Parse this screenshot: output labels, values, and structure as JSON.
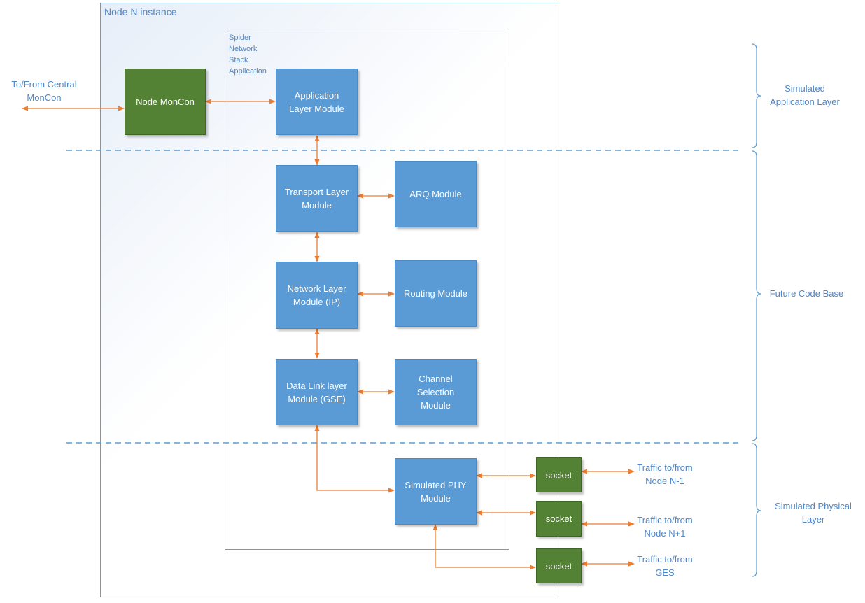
{
  "node_instance": {
    "label": "Node N instance"
  },
  "spider_stack": {
    "lines": [
      "Spider",
      "Network",
      "Stack",
      "Application"
    ]
  },
  "external": {
    "central": [
      "To/From Central",
      "MonCon"
    ],
    "traffic_prev": [
      "Traffic to/from",
      "Node N-1"
    ],
    "traffic_next": [
      "Traffic to/from",
      "Node N+1"
    ],
    "traffic_ges": [
      "Traffic to/from",
      "GES"
    ]
  },
  "modules": {
    "node_moncon": [
      "Node MonCon"
    ],
    "application": [
      "Application",
      "Layer Module"
    ],
    "transport": [
      "Transport Layer",
      "Module"
    ],
    "arq": [
      "ARQ Module"
    ],
    "network": [
      "Network Layer",
      "Module (IP)"
    ],
    "routing": [
      "Routing Module"
    ],
    "data_link": [
      "Data Link layer",
      "Module (GSE)"
    ],
    "channel_selection": [
      "Channel",
      "Selection",
      "Module"
    ],
    "phy": [
      "Simulated PHY",
      "Module"
    ],
    "socket_1": [
      "socket"
    ],
    "socket_2": [
      "socket"
    ],
    "socket_3": [
      "socket"
    ]
  },
  "layers": {
    "application": [
      "Simulated",
      "Application Layer"
    ],
    "future": [
      "Future Code Base"
    ],
    "physical": [
      "Simulated Physical",
      "Layer"
    ]
  },
  "colors": {
    "module_blue": "#5b9bd5",
    "module_green": "#548235",
    "arrow_orange": "#ed7d31",
    "label_blue": "#4f86c6",
    "dashed_line": "#5b9bd5"
  }
}
